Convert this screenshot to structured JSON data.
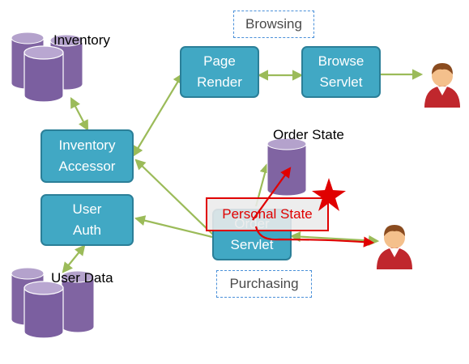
{
  "colors": {
    "node_fill": "#41a8c4",
    "node_border": "#2b7f98",
    "connector": "#9bbb59",
    "database": "#8064a2",
    "highlight": "#e00000",
    "dashed_border": "#4a90d9"
  },
  "nodes": {
    "page_render": [
      "Page",
      "Render"
    ],
    "browse_servlet": [
      "Browse",
      "Servlet"
    ],
    "inventory_accessor": [
      "Inventory",
      "Accessor"
    ],
    "user_auth": [
      "User",
      "Auth"
    ],
    "order_servlet": [
      "Order",
      "Servlet"
    ]
  },
  "labels": {
    "inventory": "Inventory",
    "user_data": "User Data",
    "order_state": "Order State",
    "browsing": "Browsing",
    "purchasing": "Purchasing",
    "personal_state": "Personal State"
  },
  "icons": {
    "inventory_db": "database-icon",
    "user_data_db": "database-icon",
    "order_state_db": "database-icon",
    "browse_user": "user-icon",
    "purchase_user": "user-icon",
    "highlight_star": "star-icon"
  }
}
